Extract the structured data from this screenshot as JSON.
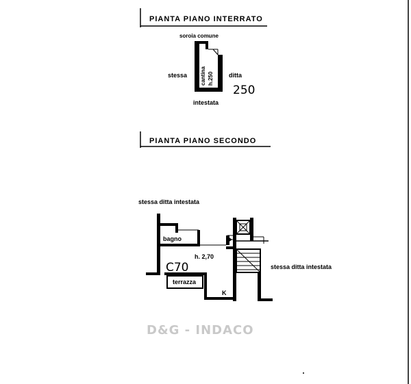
{
  "basement": {
    "title": "PIANTA  PIANO  INTERRATO",
    "label_top": "soroia  comune",
    "label_left": "stessa",
    "label_right": "ditta",
    "label_bottom": "intestata",
    "room_name": "cantina",
    "room_height": "h.250",
    "handwritten_note": "250"
  },
  "second_floor": {
    "title": "PIANTA  PIANO  SECONDO",
    "label_top": "stessa  ditta  intestata",
    "label_right": "stessa  ditta  intestata",
    "room_bathroom": "bagno",
    "room_height": "h. 2,70",
    "room_terrace": "terrazza",
    "room_k": "K",
    "handwritten_note": "C70"
  },
  "watermark": "D&G - INDACO"
}
